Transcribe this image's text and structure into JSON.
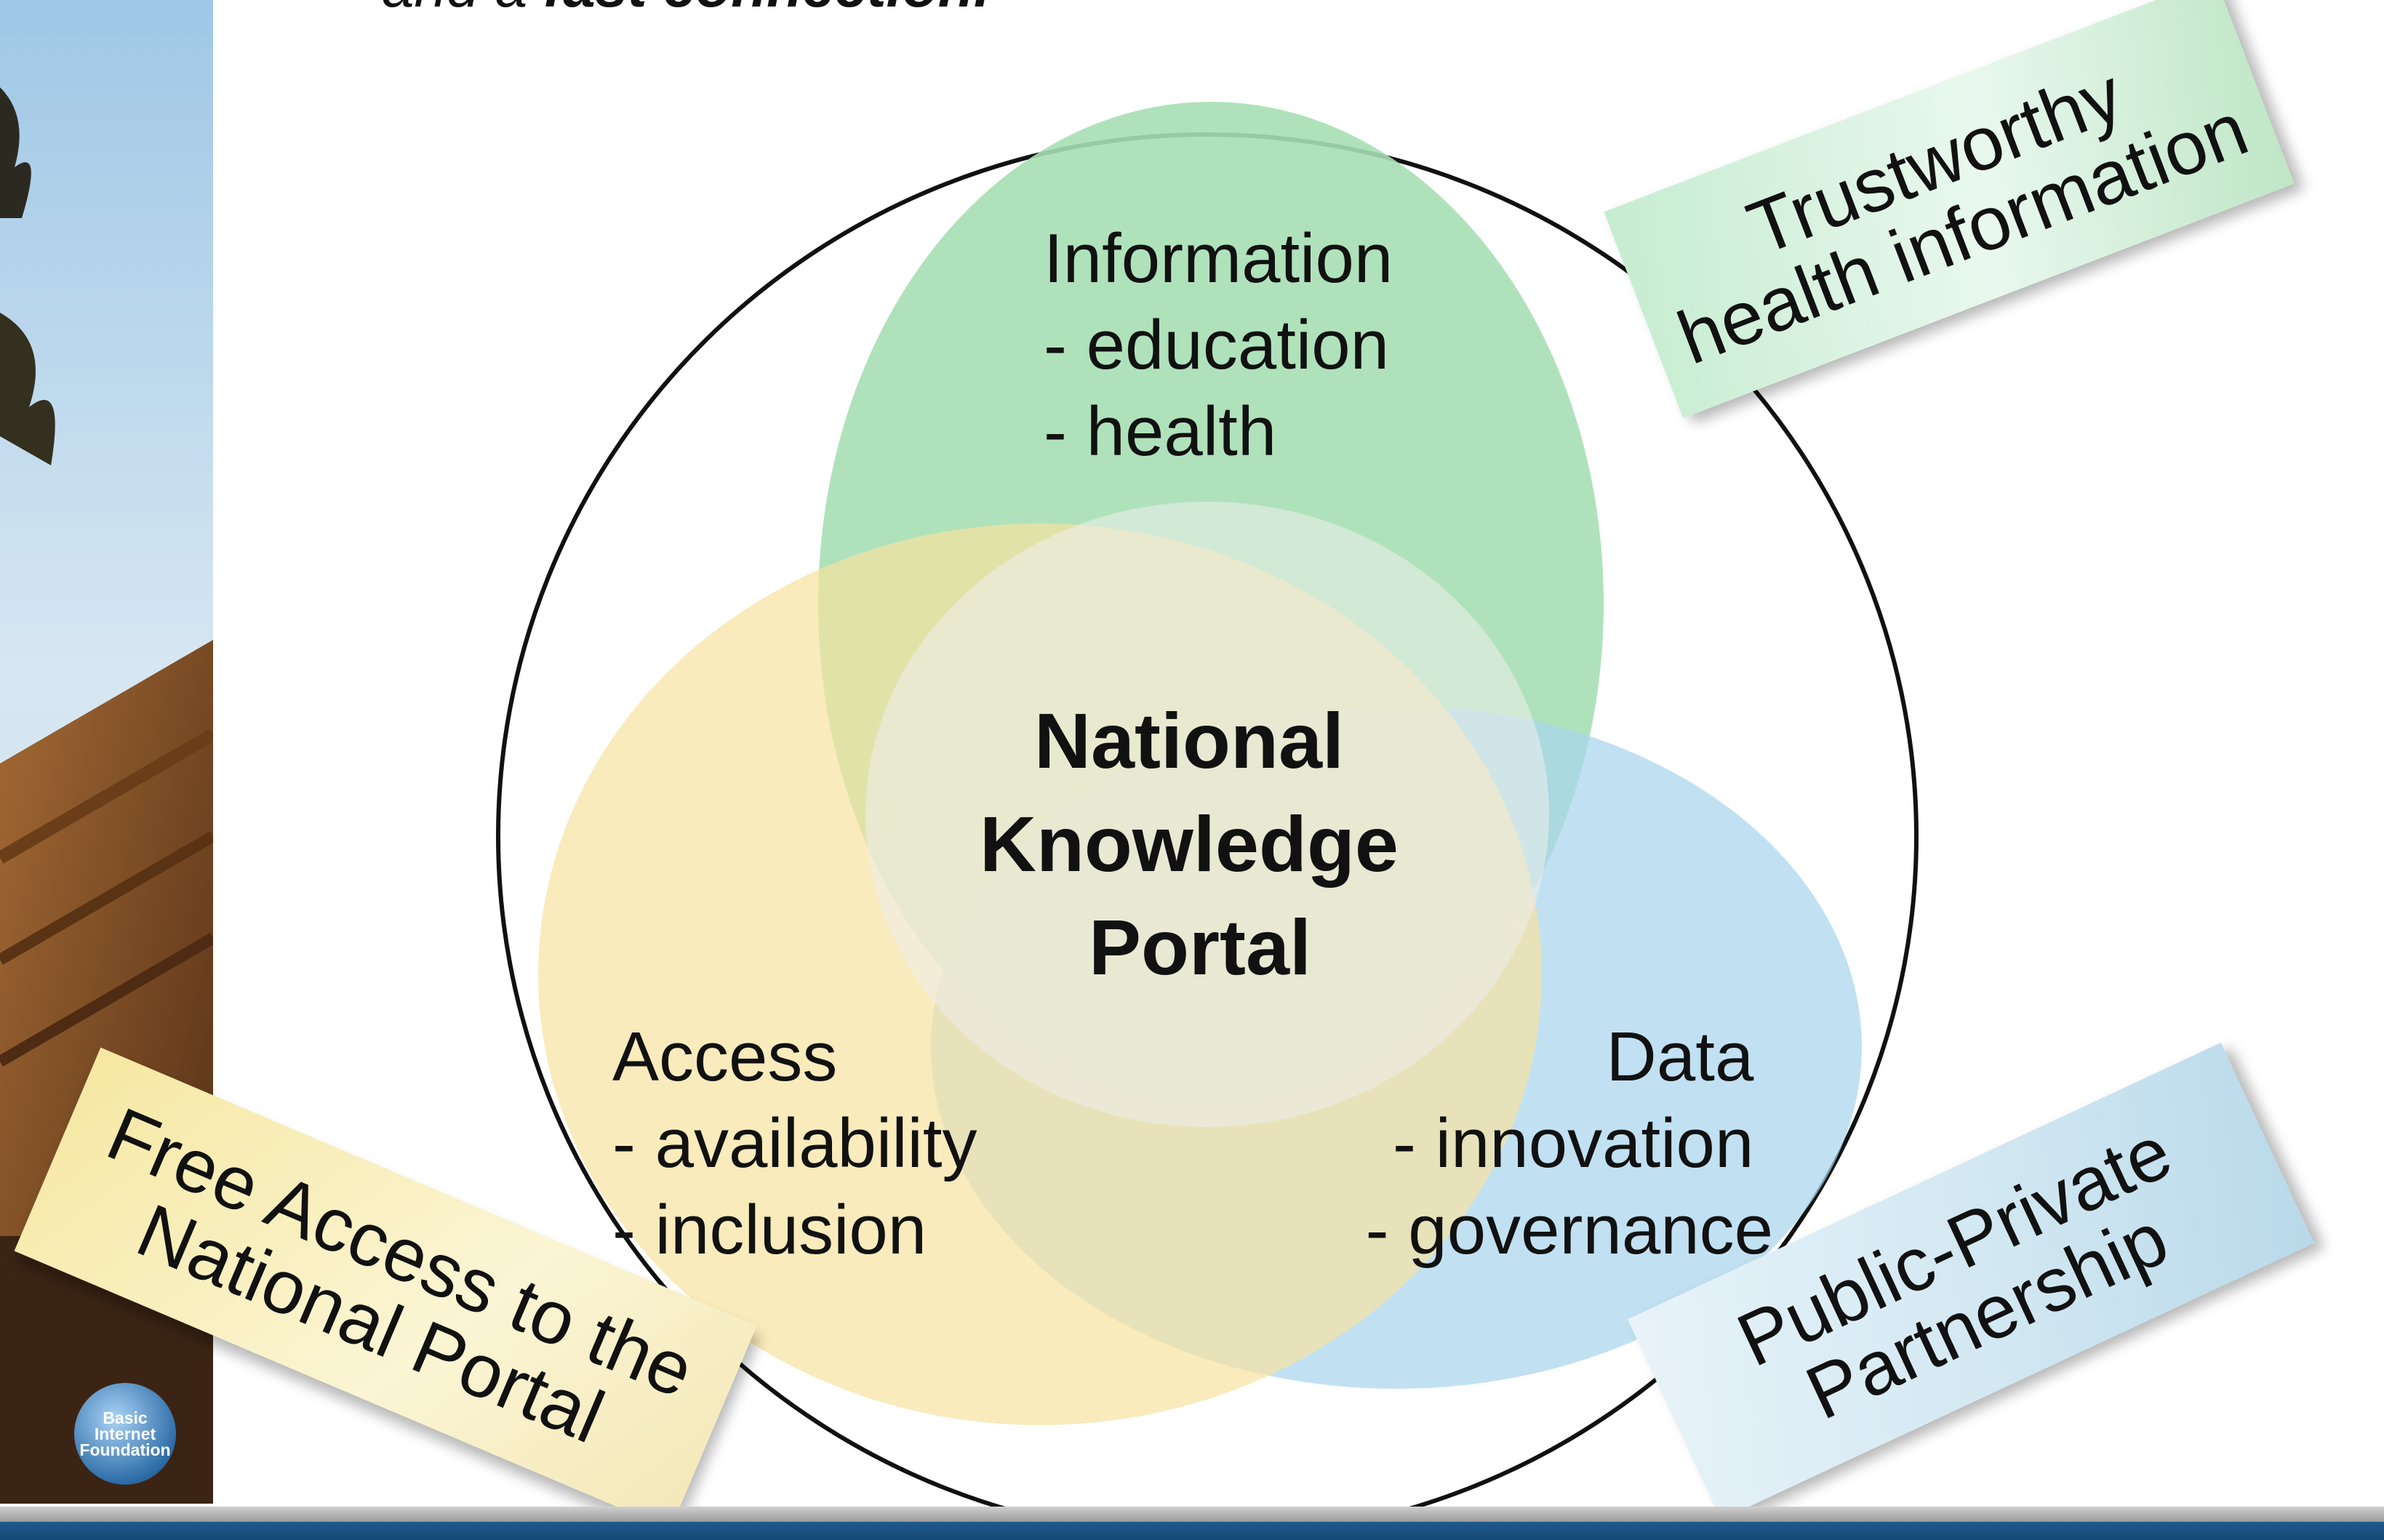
{
  "caption": {
    "prefix": "and a ",
    "bold": "fast connection."
  },
  "diagram": {
    "center": [
      "National",
      "Knowledge",
      "Portal"
    ],
    "information": {
      "title": "Information",
      "items": [
        "- education",
        "- health"
      ],
      "color": "#a6dfb4"
    },
    "access": {
      "title": "Access",
      "items": [
        "- availability",
        "- inclusion"
      ],
      "color": "#f6e2a0"
    },
    "data": {
      "title": "Data",
      "items": [
        "- innovation",
        "- governance"
      ],
      "color": "#a9d6ee"
    }
  },
  "notes": {
    "health": "Trustworthy health information",
    "access": "Free Access to the National Portal",
    "ppp": "Public-Private Partnership"
  },
  "logo": {
    "lines": [
      "Basic",
      "Internet",
      "Foundation"
    ]
  },
  "colors": {
    "bar": "#1e5a8c",
    "outline": "#111111"
  }
}
